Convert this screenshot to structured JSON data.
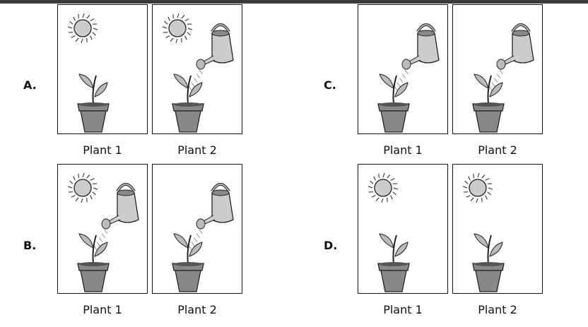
{
  "options": [
    {
      "letter": "A.",
      "panels": [
        {
          "label": "Plant 1",
          "sun": true,
          "water": false
        },
        {
          "label": "Plant 2",
          "sun": true,
          "water": true
        }
      ]
    },
    {
      "letter": "B.",
      "panels": [
        {
          "label": "Plant 1",
          "sun": true,
          "water": true
        },
        {
          "label": "Plant 2",
          "sun": false,
          "water": true
        }
      ]
    },
    {
      "letter": "C.",
      "panels": [
        {
          "label": "Plant 1",
          "sun": false,
          "water": true
        },
        {
          "label": "Plant 2",
          "sun": false,
          "water": true
        }
      ]
    },
    {
      "letter": "D.",
      "panels": [
        {
          "label": "Plant 1",
          "sun": true,
          "water": false
        },
        {
          "label": "Plant 2",
          "sun": true,
          "water": false
        }
      ]
    }
  ]
}
